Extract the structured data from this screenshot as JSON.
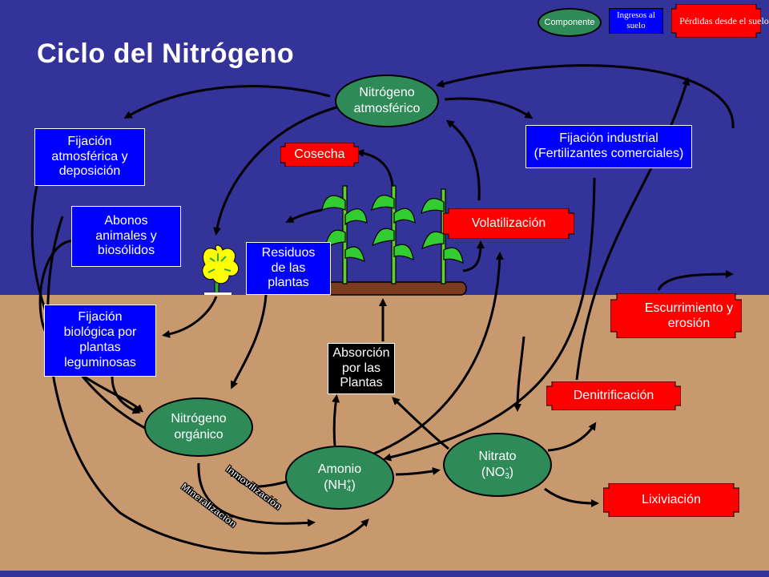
{
  "title": "Ciclo del Nitrógeno",
  "colors": {
    "sky": "#333399",
    "soil": "#c8996e",
    "component": "#2e8b57",
    "input": "#0000ff",
    "loss": "#ff0000",
    "absorption": "#000000",
    "plant": "#33cc33",
    "log": "#7a3b1e"
  },
  "legend": {
    "component": "Componente",
    "inputs": "Ingresos al suelo",
    "losses": "Pérdidas desde el suelo"
  },
  "components": {
    "atmospheric": "Nitrógeno atmosférico",
    "organic": "Nitrógeno orgánico",
    "ammonium_name": "Amonio",
    "ammonium_formula": "NH",
    "ammonium_sub": "4",
    "ammonium_sup": "+",
    "nitrate_name": "Nitrato",
    "nitrate_formula": "NO",
    "nitrate_sub": "3",
    "nitrate_sup": "-"
  },
  "inputs": {
    "atm_fixation": "Fijación atmosférica y deposición",
    "manures": "Abonos animales y biosólidos",
    "bio_fixation": "Fijación biológica por plantas leguminosas",
    "industrial_line1": "Fijación industrial",
    "industrial_line2": "(Fertilizantes comerciales)",
    "residues": "Residuos de las plantas"
  },
  "losses": {
    "harvest": "Cosecha",
    "volatilization": "Volatilización",
    "runoff": "Escurrimiento y erosión",
    "denitrification": "Denitrificación",
    "leaching": "Lixiviación"
  },
  "absorption": "Absorción por las Plantas",
  "processes": {
    "immobilization": "Inmovilización",
    "mineralization": "Mineralización"
  }
}
